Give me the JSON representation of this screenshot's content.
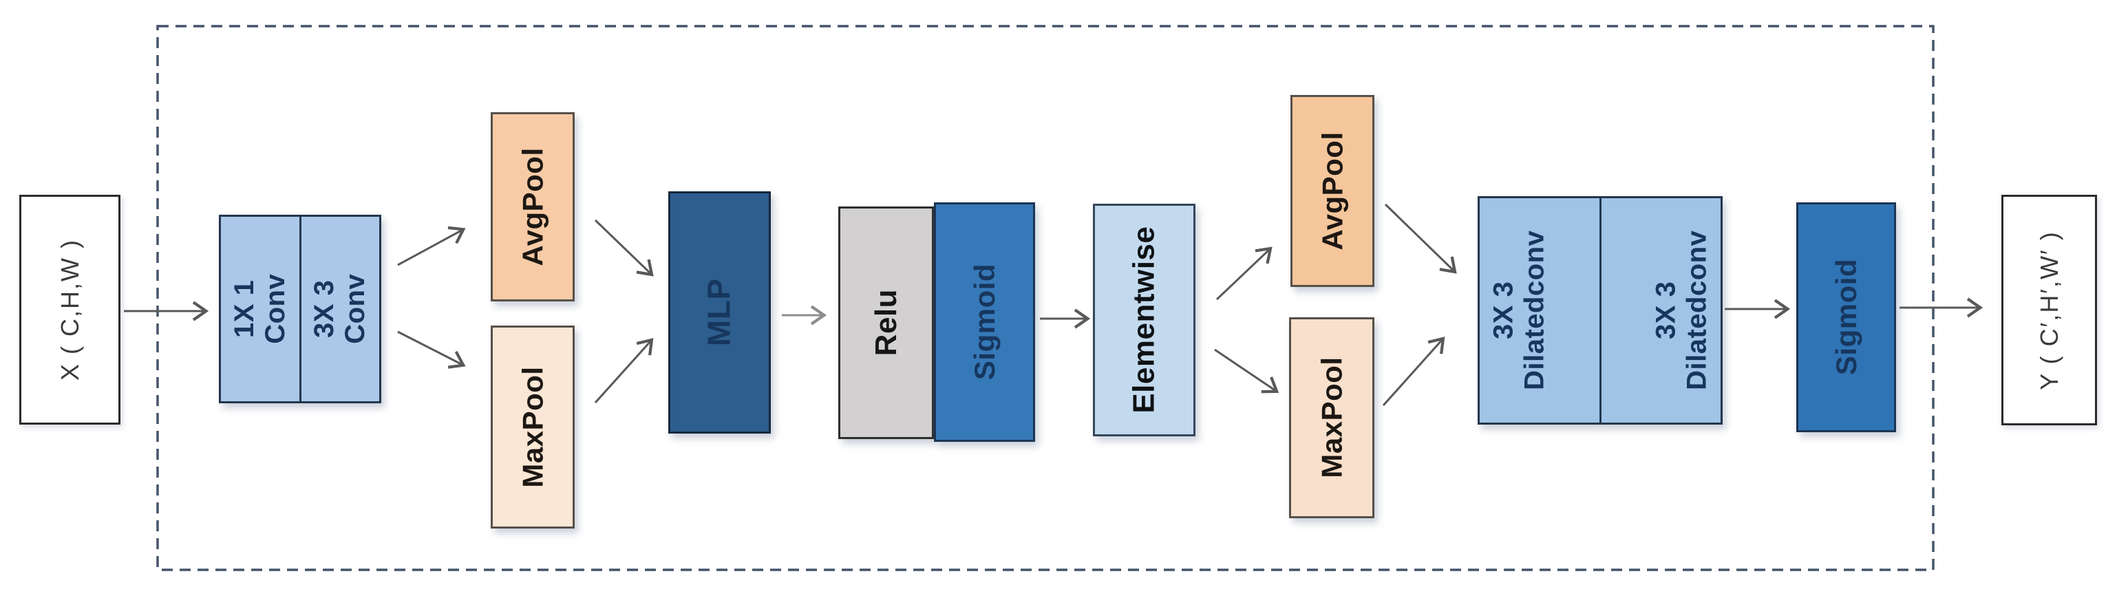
{
  "diagram": {
    "frame": {
      "color": "#44546a"
    },
    "arrow": {
      "color": "#595959",
      "light_color": "#8c8c8c"
    },
    "input_block": {
      "label": "X ( C,H,W )",
      "fill": "#ffffff"
    },
    "output_block": {
      "label": "Y ( C′,H′,W′ )",
      "fill": "#ffffff"
    },
    "blocks": {
      "conv_pair": {
        "cell1_label": "1X 1\nConv",
        "cell2_label": "3X 3\nConv",
        "fill": "#abc8e8"
      },
      "avgpool_left": {
        "label": "AvgPool",
        "fill": "#f7cba6"
      },
      "maxpool_left": {
        "label": "MaxPool",
        "fill": "#fbe7d5"
      },
      "mlp": {
        "label": "MLP",
        "fill": "#2d5e8e"
      },
      "relu": {
        "label": "Relu",
        "fill": "#d2d0d0"
      },
      "sigmoid_mid": {
        "label": "Sigmoid",
        "fill": "#3679b8"
      },
      "elementwise": {
        "label": "Elementwise",
        "fill": "#c3daee"
      },
      "avgpool_right": {
        "label": "AvgPool",
        "fill": "#f5c69b"
      },
      "maxpool_right": {
        "label": "MaxPool",
        "fill": "#f9e0cc"
      },
      "dilated_pair": {
        "cell1_label": "3X 3\nDilatedconv",
        "cell2_label": "3X 3\nDilatedconv",
        "fill": "#a0c4e6"
      },
      "sigmoid_out": {
        "label": "Sigmoid",
        "fill": "#2f74b4"
      }
    }
  }
}
